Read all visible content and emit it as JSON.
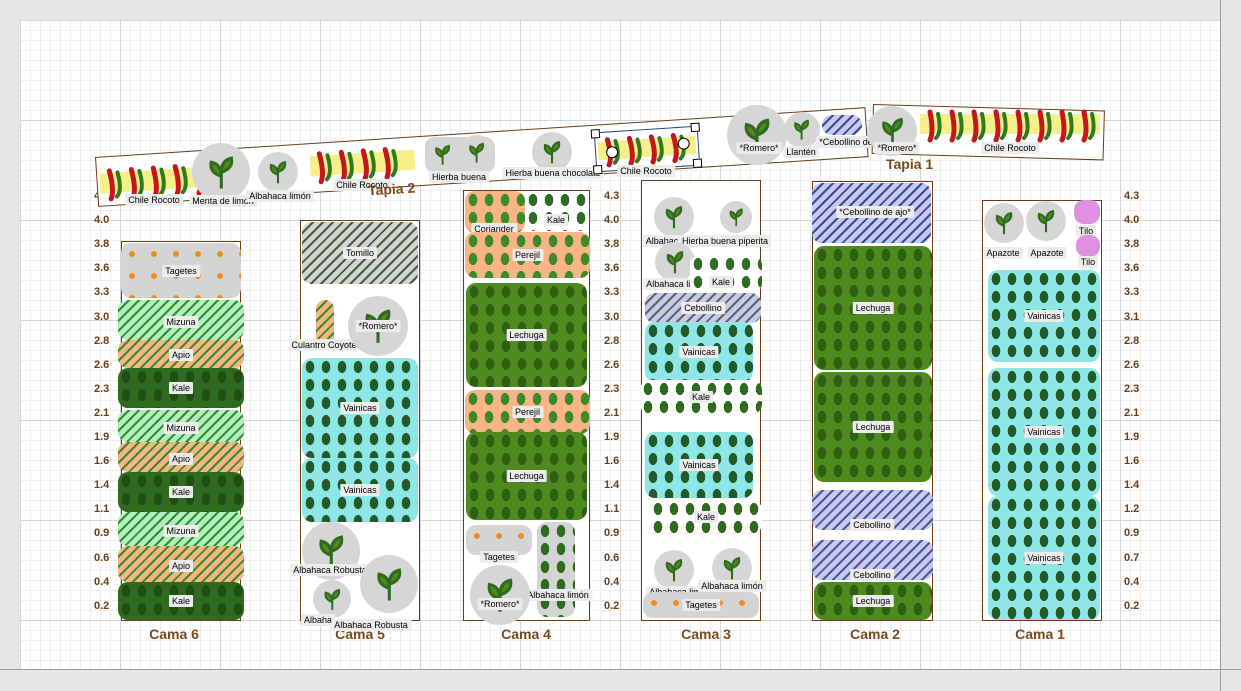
{
  "colors": {
    "border": "#6b3d14",
    "kale": "#2f6b1f",
    "mizuna_bg": "#aef0c0",
    "apio_bg": "#f7b585",
    "vainicas_bg": "#8ee6e6",
    "lechuga": "#4f8a1e",
    "perejil_bg": "#f7b585",
    "cebollino_bg": "#c8c8f4",
    "gray": "#d4d4d4"
  },
  "beds": [
    {
      "title": "Cama 6",
      "plants": [
        "Tagetes",
        "Mizuna",
        "Apio",
        "Kale",
        "Mizuna",
        "Apio",
        "Kale",
        "Mizuna",
        "Apio",
        "Kale"
      ]
    },
    {
      "title": "Cama 5",
      "plants": [
        "Tomillo",
        "Culantro Coyote",
        "*Romero*",
        "Vainicas",
        "Vainicas",
        "Albahaca Robusta",
        "Albaha",
        "Albahaca Robusta"
      ]
    },
    {
      "title": "Cama 4",
      "plants": [
        "Coriander",
        "Kale",
        "Perejil",
        "Lechuga",
        "Perejil",
        "Lechuga",
        "Tagetes",
        "Albahaca limón",
        "*Romero*"
      ]
    },
    {
      "title": "Cama 3",
      "plants": [
        "Albahac",
        "Hierba buena piperita",
        "Albahaca limón",
        "Kale",
        "Cebollino",
        "Vainicas",
        "Kale",
        "Vainicas",
        "Kale",
        "Albahaca limón",
        "Albahaca limón",
        "Tagetes"
      ]
    },
    {
      "title": "Cama 2",
      "plants": [
        "*Cebollino de ajo*",
        "Lechuga",
        "Lechuga",
        "Cebollino",
        "Cebollino",
        "Lechuga"
      ]
    },
    {
      "title": "Cama 1",
      "plants": [
        "Apazote",
        "Apazote",
        "Tilo",
        "Tilo",
        "Vainicas",
        "Vainicas",
        "Vainicas"
      ]
    }
  ],
  "tapias": [
    {
      "title": "Tapia 2",
      "plants": [
        "Chile Rocoto",
        "Menta de limón",
        "Albahaca limón",
        "Chile Rocoto",
        "Hierba buena",
        "Hierba buena chocolate",
        "Chile Rocoto",
        "*Romero*",
        "Llantén",
        "*Cebollino de"
      ]
    },
    {
      "title": "Tapia 1",
      "plants": [
        "*Romero*",
        "Chile Rocoto"
      ]
    }
  ],
  "scale_left": [
    "4.3",
    "4.0",
    "3.8",
    "3.6",
    "3.3",
    "3.0",
    "2.8",
    "2.6",
    "2.3",
    "2.1",
    "1.9",
    "1.6",
    "1.4",
    "1.1",
    "0.9",
    "0.6",
    "0.4",
    "0.2"
  ],
  "scale_mid": [
    "4.3",
    "4.0",
    "3.8",
    "3.6",
    "3.3",
    "3.0",
    "2.8",
    "2.6",
    "2.3",
    "2.1",
    "1.9",
    "1.6",
    "1.4",
    "1.1",
    "0.9",
    "0.6",
    "0.4",
    "0.2"
  ],
  "scale_right": [
    "4.3",
    "4.0",
    "3.8",
    "3.6",
    "3.3",
    "3.1",
    "2.8",
    "2.6",
    "2.3",
    "2.1",
    "1.9",
    "1.6",
    "1.4",
    "1.2",
    "0.9",
    "0.7",
    "0.4",
    "0.2"
  ]
}
